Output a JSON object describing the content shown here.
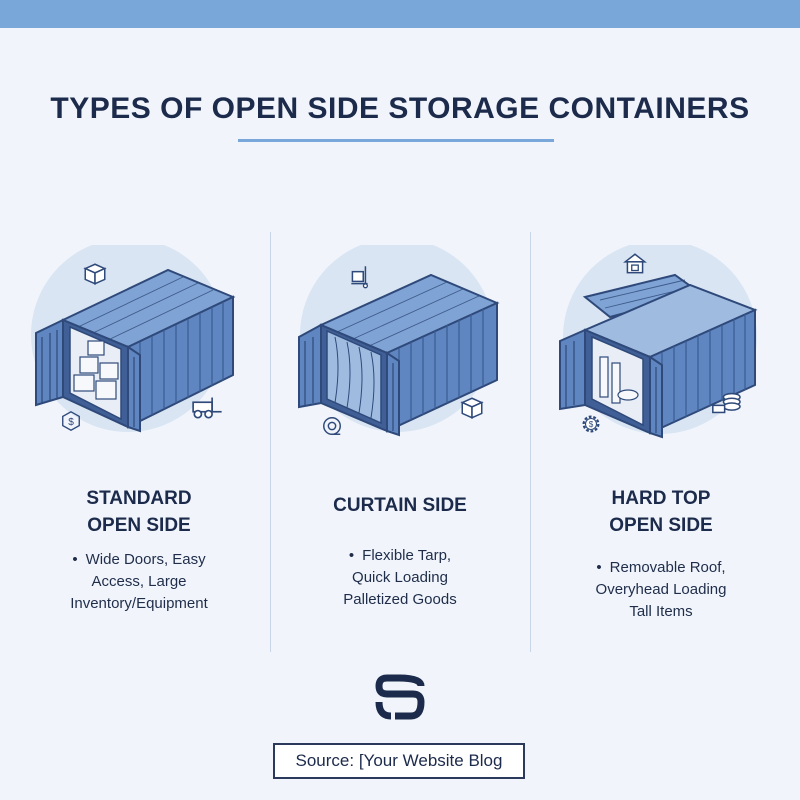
{
  "colors": {
    "background": "#f1f5fb",
    "accent": "#7aa7da",
    "container_blue": "#5f86c0",
    "container_dark": "#3f5f96",
    "title_navy": "#1c2a4b"
  },
  "title": "TYPES OF OPEN SIDE STORAGE CONTAINERS",
  "columns": [
    {
      "title_lines": [
        "STANDARD",
        "OPEN SIDE"
      ],
      "bullet": "•",
      "desc_lines": [
        "Wide Doors, Easy",
        "Access, Large",
        "Inventory/Equipment"
      ],
      "icons": [
        "box-icon",
        "dollar-coin-icon",
        "forklift-icon"
      ]
    },
    {
      "title_lines": [
        "CURTAIN SIDE"
      ],
      "bullet": "•",
      "desc_lines": [
        "Flexible Tarp,",
        "Quick Loading",
        "Palletized Goods"
      ],
      "icons": [
        "hand-truck-icon",
        "tape-roll-icon",
        "box-icon"
      ]
    },
    {
      "title_lines": [
        "HARD TOP",
        "OPEN SIDE"
      ],
      "bullet": "•",
      "desc_lines": [
        "Removable Roof,",
        "Overyhead Loading",
        "Tall Items"
      ],
      "icons": [
        "house-box-icon",
        "dollar-gear-icon",
        "coin-stack-icon"
      ]
    }
  ],
  "logo_text": "SC",
  "source": "Source: [Your Website Blog"
}
